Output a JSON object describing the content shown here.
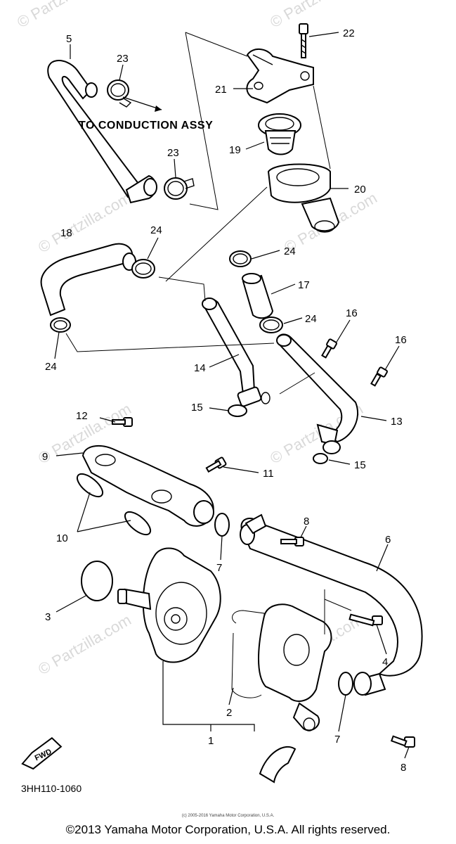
{
  "caption_to_conduction": "TO CONDUCTION ASSY",
  "diagram_code": "3HH110-1060",
  "fwd_label": "FWD",
  "watermark": "© Partzilla.com",
  "site_credit": "(c) 2005-2016 Yamaha Motor Corporation, U.S.A.",
  "copyright": "©2013 Yamaha Motor Corporation, U.S.A. All rights reserved.",
  "callouts": {
    "c1": "1",
    "c2": "2",
    "c3": "3",
    "c4": "4",
    "c5": "5",
    "c6": "6",
    "c7a": "7",
    "c7b": "7",
    "c8a": "8",
    "c8b": "8",
    "c9": "9",
    "c10": "10",
    "c11": "11",
    "c12": "12",
    "c13": "13",
    "c14": "14",
    "c15a": "15",
    "c15b": "15",
    "c16a": "16",
    "c16b": "16",
    "c17": "17",
    "c18": "18",
    "c19": "19",
    "c20": "20",
    "c21": "21",
    "c22": "22",
    "c23a": "23",
    "c23b": "23",
    "c24a": "24",
    "c24b": "24",
    "c24c": "24",
    "c24d": "24"
  }
}
